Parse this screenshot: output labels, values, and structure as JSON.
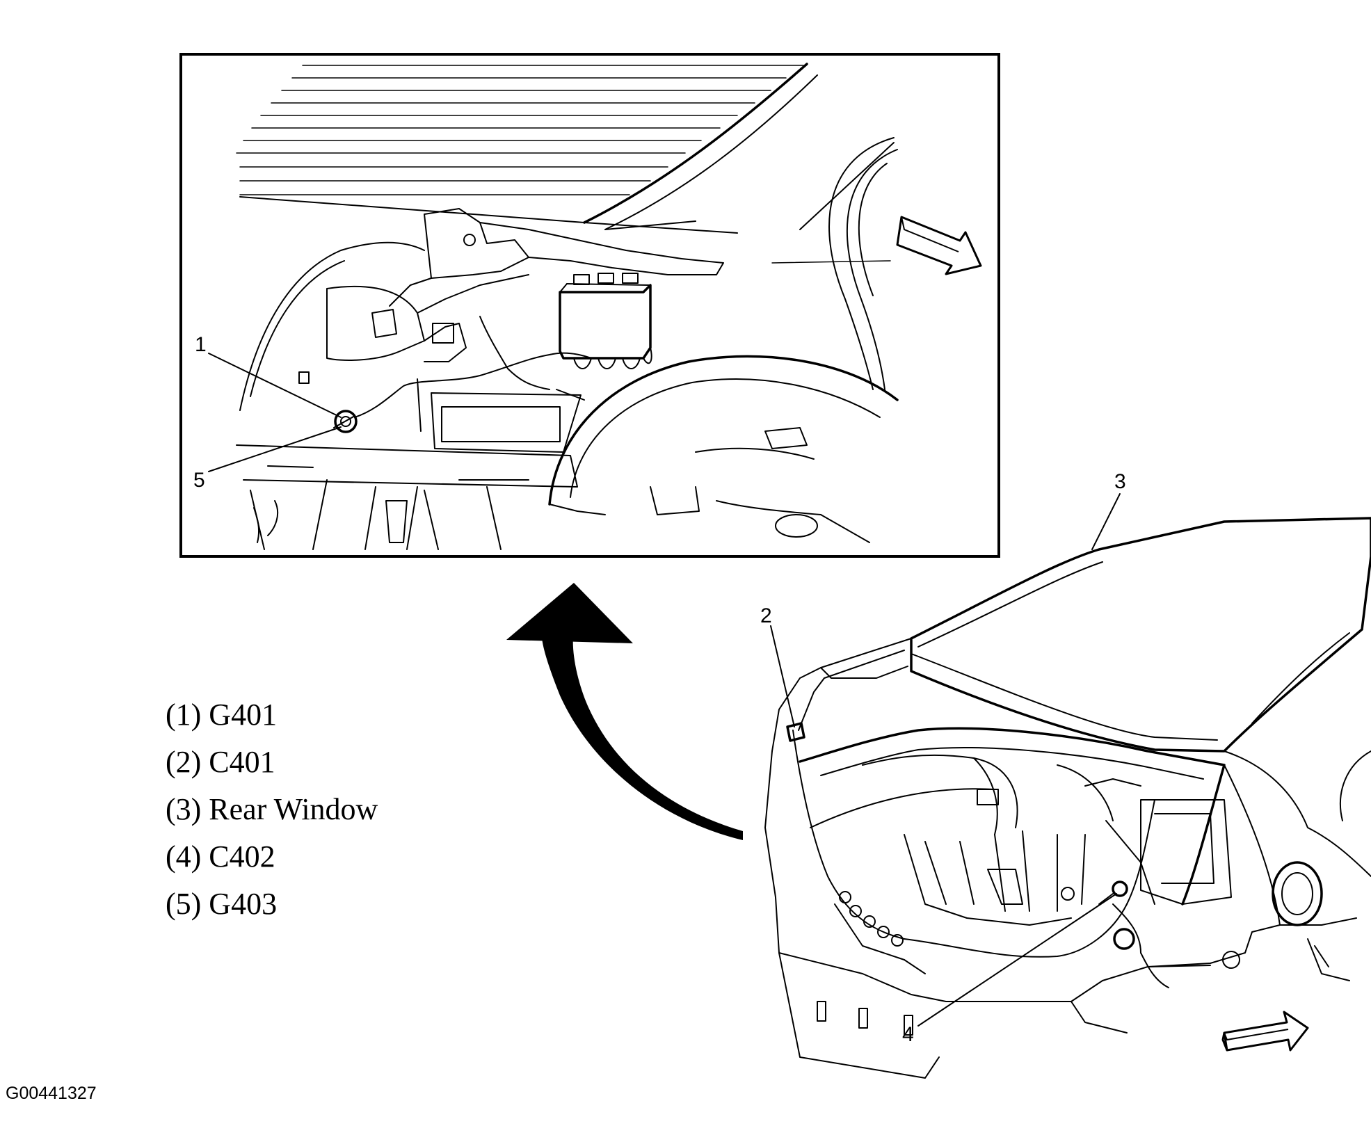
{
  "callouts": {
    "c1": "1",
    "c2": "2",
    "c3": "3",
    "c4": "4",
    "c5": "5"
  },
  "legend": [
    "(1) G401",
    "(2) C401",
    "(3) Rear Window",
    "(4) C402",
    "(5) G403"
  ],
  "figure_id": "G00441327"
}
